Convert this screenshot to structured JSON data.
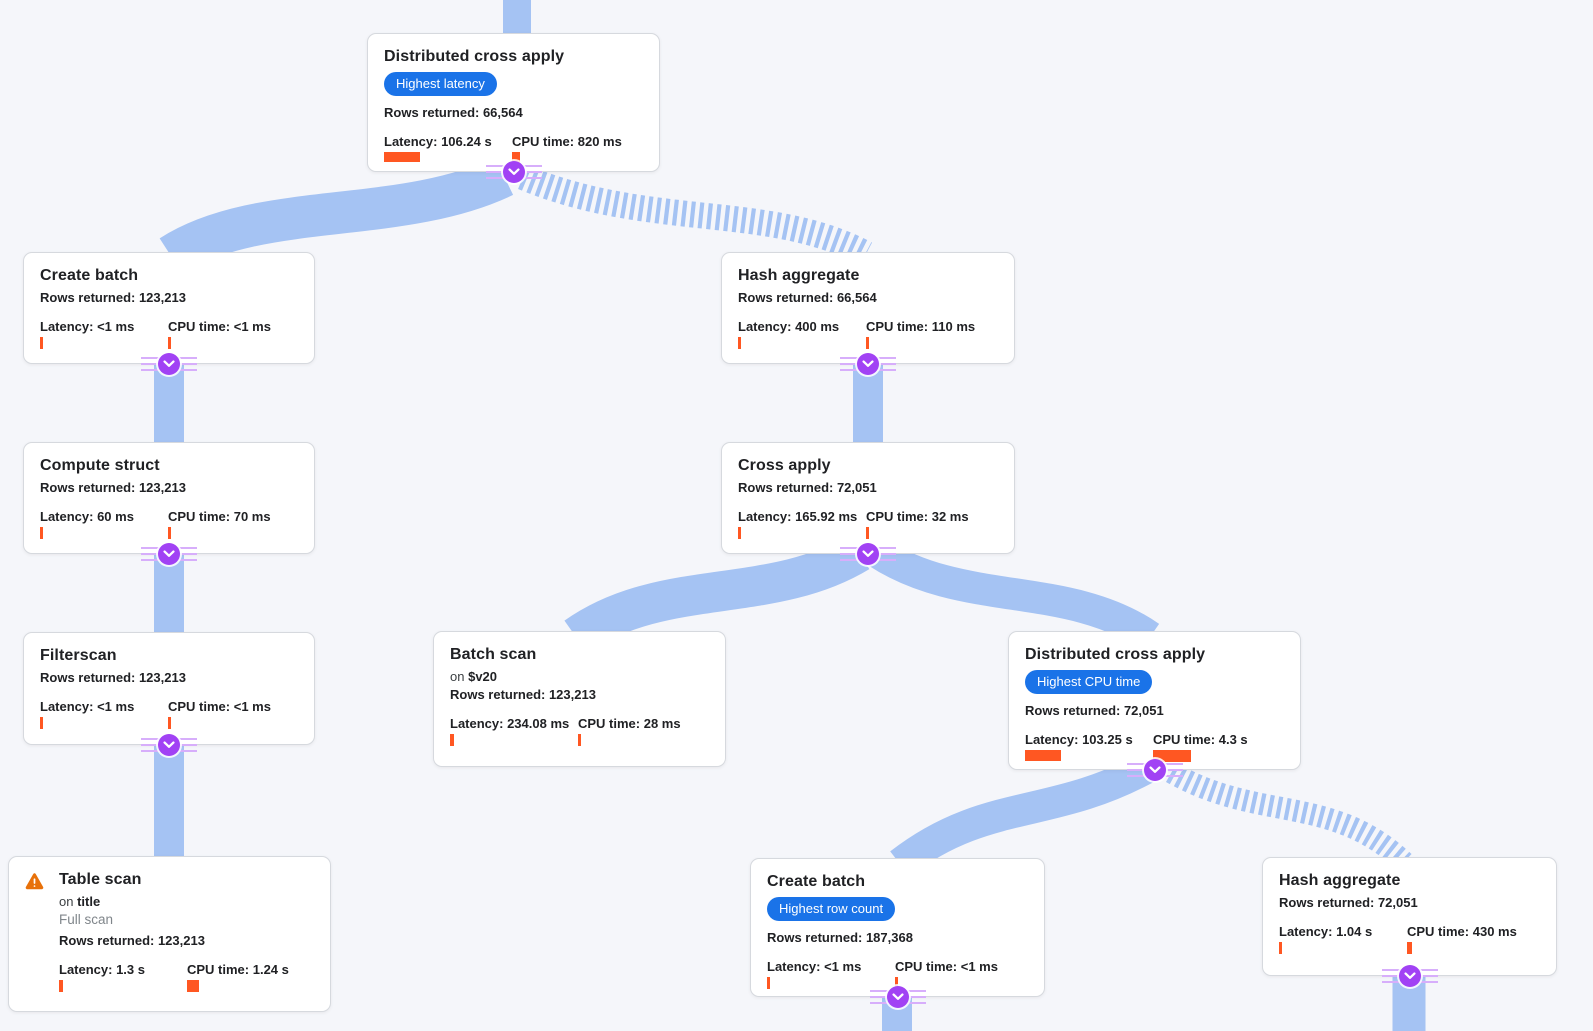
{
  "colors": {
    "background": "#f5f6fa",
    "edge_blue": "#a5c3f3",
    "node_border": "#d6d9de",
    "badge_blue": "#1a73e8",
    "bar_orange": "#ff5722",
    "connector_purple": "#a142f4",
    "connector_lines_purple": "#d7aefb",
    "warning_orange": "#e8710a"
  },
  "nodes": [
    {
      "id": "dca-top",
      "title": "Distributed cross apply",
      "badge": "Highest latency",
      "rows": "Rows returned: 66,564",
      "metrics": [
        {
          "label": "Latency: 106.24 s",
          "bar": [
            36,
            10
          ]
        },
        {
          "label": "CPU time: 820 ms",
          "bar": [
            8,
            12
          ]
        }
      ],
      "connector": true
    },
    {
      "id": "create-batch-left",
      "title": "Create batch",
      "rows": "Rows returned: 123,213",
      "metrics": [
        {
          "label": "Latency: <1 ms",
          "bar": [
            3,
            12
          ]
        },
        {
          "label": "CPU time: <1 ms",
          "bar": [
            3,
            12
          ]
        }
      ],
      "connector": true
    },
    {
      "id": "compute-struct",
      "title": "Compute struct",
      "rows": "Rows returned: 123,213",
      "metrics": [
        {
          "label": "Latency: 60 ms",
          "bar": [
            3,
            12
          ]
        },
        {
          "label": "CPU time: 70 ms",
          "bar": [
            3,
            12
          ]
        }
      ],
      "connector": true
    },
    {
      "id": "filterscan",
      "title": "Filterscan",
      "rows": "Rows returned: 123,213",
      "metrics": [
        {
          "label": "Latency: <1 ms",
          "bar": [
            3,
            12
          ]
        },
        {
          "label": "CPU time: <1 ms",
          "bar": [
            3,
            12
          ]
        }
      ],
      "connector": true
    },
    {
      "id": "table-scan",
      "title": "Table scan",
      "warning": true,
      "on_prefix": "on",
      "on_target": "title",
      "note": "Full scan",
      "rows": "Rows returned: 123,213",
      "metrics": [
        {
          "label": "Latency: 1.3 s",
          "bar": [
            4,
            12
          ]
        },
        {
          "label": "CPU time: 1.24 s",
          "bar": [
            12,
            12
          ]
        }
      ],
      "connector": false
    },
    {
      "id": "hash-agg-top",
      "title": "Hash aggregate",
      "rows": "Rows returned: 66,564",
      "metrics": [
        {
          "label": "Latency: 400 ms",
          "bar": [
            3,
            12
          ]
        },
        {
          "label": "CPU time: 110 ms",
          "bar": [
            3,
            12
          ]
        }
      ],
      "connector": true
    },
    {
      "id": "cross-apply",
      "title": "Cross apply",
      "rows": "Rows returned: 72,051",
      "metrics": [
        {
          "label": "Latency: 165.92 ms",
          "bar": [
            3,
            12
          ]
        },
        {
          "label": "CPU time: 32 ms",
          "bar": [
            3,
            12
          ]
        }
      ],
      "connector": true
    },
    {
      "id": "batch-scan",
      "title": "Batch scan",
      "on_prefix": "on",
      "on_target": "$v20",
      "rows": "Rows returned: 123,213",
      "metrics": [
        {
          "label": "Latency: 234.08 ms",
          "bar": [
            4,
            12
          ]
        },
        {
          "label": "CPU time: 28 ms",
          "bar": [
            3,
            12
          ]
        }
      ],
      "connector": false
    },
    {
      "id": "dca-right",
      "title": "Distributed cross apply",
      "badge": "Highest CPU time",
      "rows": "Rows returned: 72,051",
      "metrics": [
        {
          "label": "Latency: 103.25 s",
          "bar": [
            36,
            11
          ]
        },
        {
          "label": "CPU time: 4.3 s",
          "bar": [
            38,
            12
          ]
        }
      ],
      "connector": true
    },
    {
      "id": "create-batch-bottom",
      "title": "Create batch",
      "badge": "Highest row count",
      "rows": "Rows returned: 187,368",
      "metrics": [
        {
          "label": "Latency: <1 ms",
          "bar": [
            3,
            12
          ]
        },
        {
          "label": "CPU time: <1 ms",
          "bar": [
            3,
            12
          ]
        }
      ],
      "connector": true
    },
    {
      "id": "hash-agg-bottom",
      "title": "Hash aggregate",
      "rows": "Rows returned: 72,051",
      "metrics": [
        {
          "label": "Latency: 1.04 s",
          "bar": [
            3,
            12
          ]
        },
        {
          "label": "CPU time: 430 ms",
          "bar": [
            5,
            12
          ]
        }
      ],
      "connector": true
    }
  ],
  "edges": [
    {
      "from": "offscreen-parent",
      "to": "dca-top",
      "style": "solid"
    },
    {
      "from": "dca-top",
      "to": "create-batch-left",
      "style": "solid"
    },
    {
      "from": "dca-top",
      "to": "hash-agg-top",
      "style": "striped"
    },
    {
      "from": "create-batch-left",
      "to": "compute-struct",
      "style": "solid"
    },
    {
      "from": "compute-struct",
      "to": "filterscan",
      "style": "solid"
    },
    {
      "from": "filterscan",
      "to": "table-scan",
      "style": "solid"
    },
    {
      "from": "hash-agg-top",
      "to": "cross-apply",
      "style": "solid"
    },
    {
      "from": "cross-apply",
      "to": "batch-scan",
      "style": "solid"
    },
    {
      "from": "cross-apply",
      "to": "dca-right",
      "style": "solid"
    },
    {
      "from": "dca-right",
      "to": "create-batch-bottom",
      "style": "solid"
    },
    {
      "from": "dca-right",
      "to": "hash-agg-bottom",
      "style": "striped"
    },
    {
      "from": "create-batch-bottom",
      "to": "offscreen-child",
      "style": "solid"
    },
    {
      "from": "hash-agg-bottom",
      "to": "offscreen-child",
      "style": "solid"
    }
  ]
}
